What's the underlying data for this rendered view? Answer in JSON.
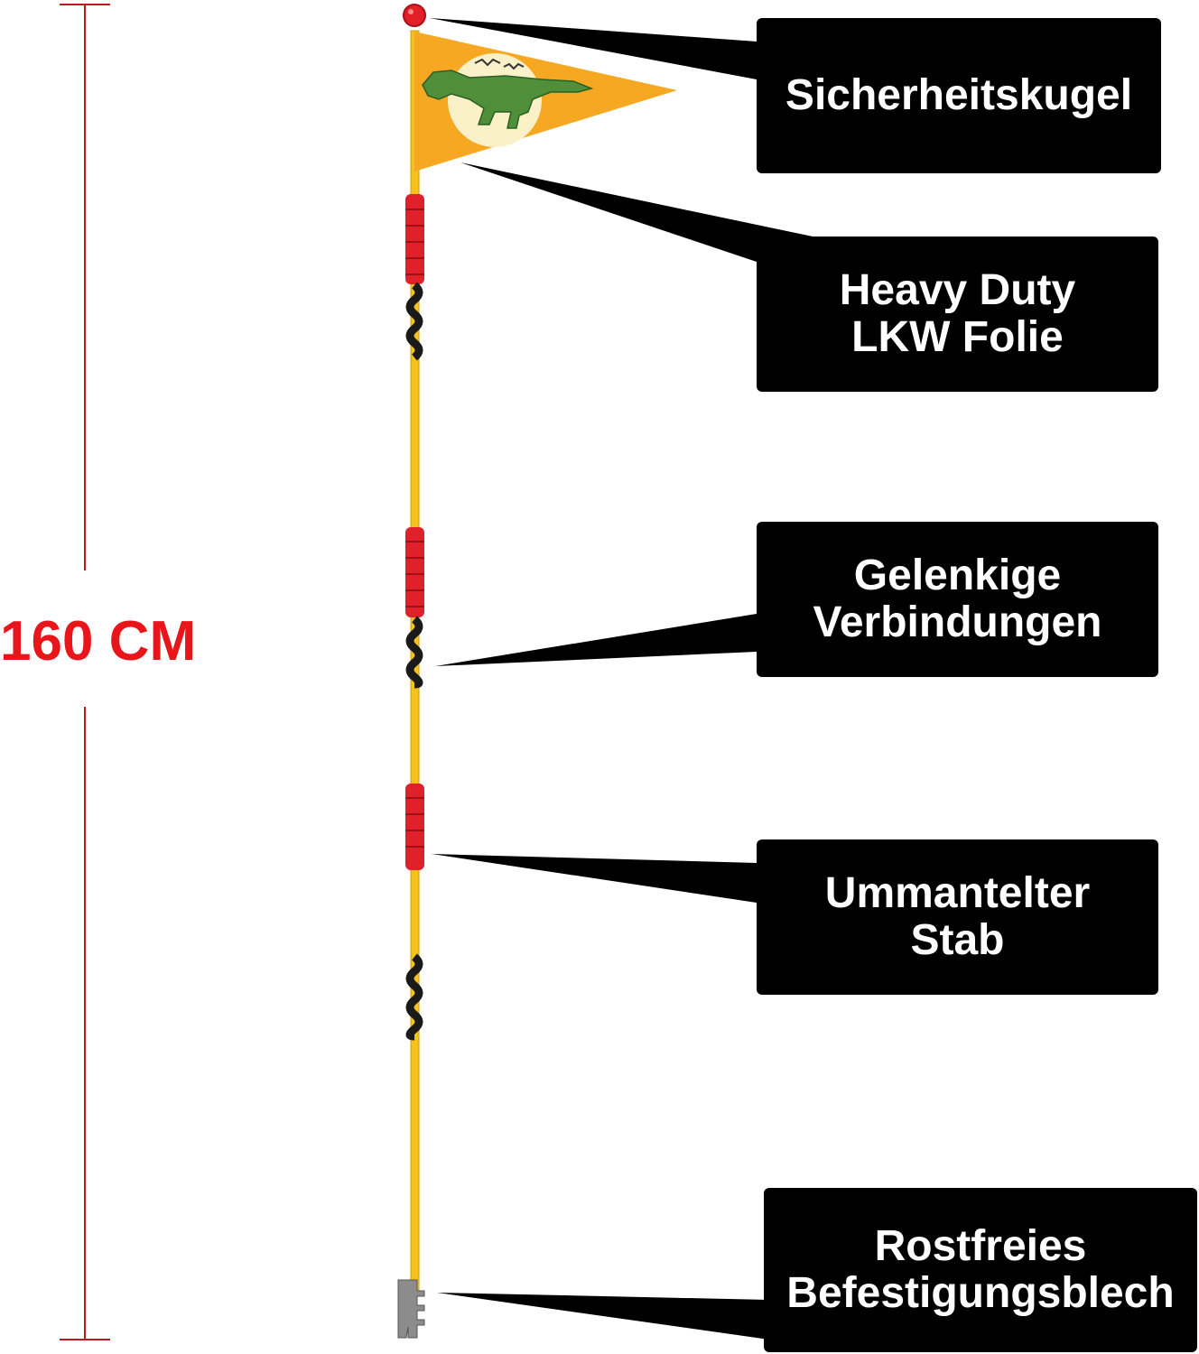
{
  "measurement": {
    "text": "160 CM",
    "color": "#e8151b"
  },
  "labels": [
    {
      "lines": [
        "Sicherheitskugel"
      ]
    },
    {
      "lines": [
        "Heavy Duty",
        "LKW Folie"
      ]
    },
    {
      "lines": [
        "Gelenkige",
        "Verbindungen"
      ]
    },
    {
      "lines": [
        "Ummantelter",
        "Stab"
      ]
    },
    {
      "lines": [
        "Rostfreies",
        "Befestigungsblech"
      ]
    }
  ],
  "colors": {
    "pole": "#f5c21b",
    "flag": "#f7a823",
    "ball": "#e41e26",
    "joint_red": "#e0202a",
    "spring": "#1a1a1a",
    "dino": "#4f8f3a",
    "bracket": "#8c8c8c",
    "callout": "#000000"
  },
  "icons": [
    "safety-ball-icon",
    "pennant-flag-icon",
    "t-rex-icon",
    "mounting-bracket-icon"
  ]
}
